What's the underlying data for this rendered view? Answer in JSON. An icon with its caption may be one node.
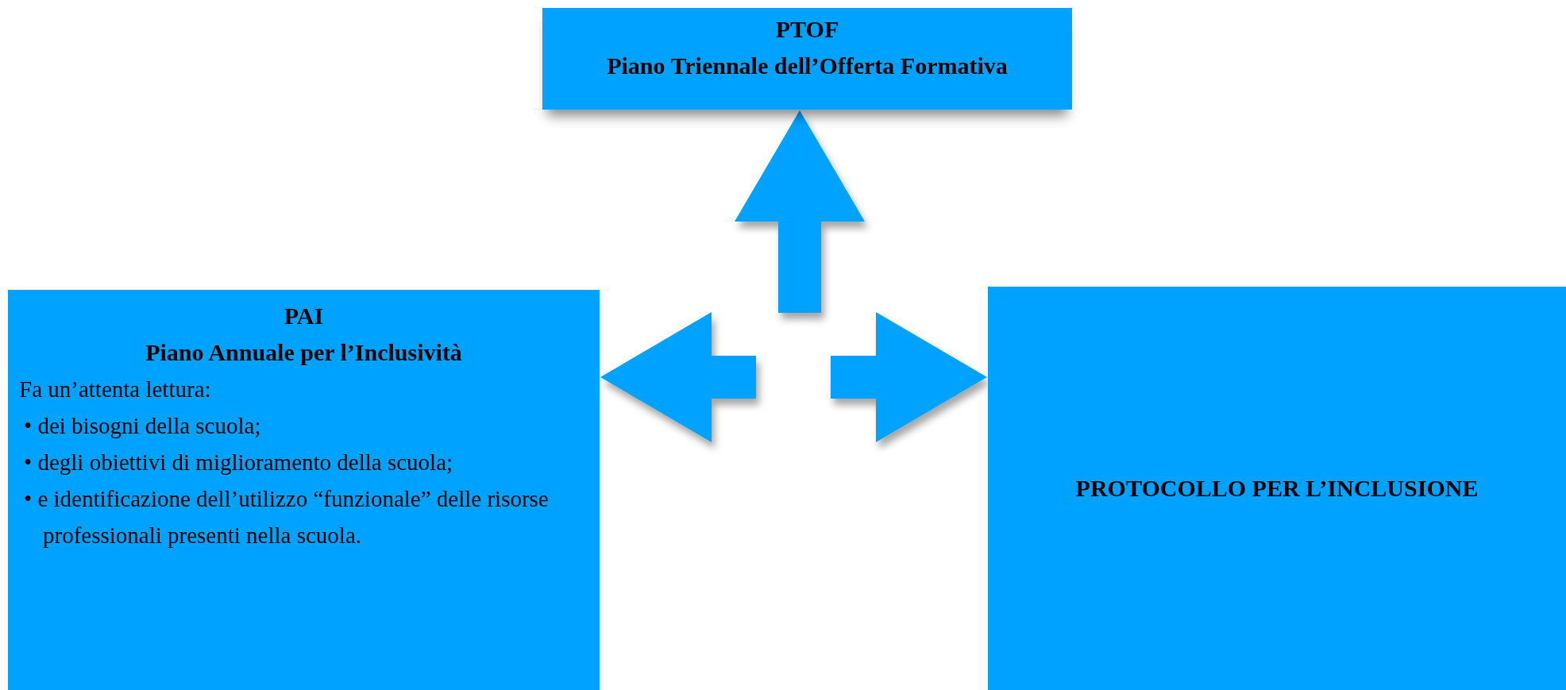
{
  "diagram": {
    "nodes": [
      {
        "text": [
          "PTOF",
          "Piano Triennale dell’Offerta Formativa"
        ]
      },
      {
        "text": [
          "PAI",
          "Piano Annuale per l’Inclusività",
          "Fa un’attenta lettura:",
          "• dei bisogni della scuola;",
          "• degli obiettivi di miglioramento della scuola;",
          "• e identificazione dell’utilizzo “funzionale” delle risorse professionali presenti nella scuola."
        ]
      },
      {
        "text": [
          "PROTOCOLLO PER L’INCLUSIONE"
        ]
      }
    ],
    "edges": [
      {
        "from": null,
        "to": 0,
        "arrow": "to",
        "style": "thick"
      },
      {
        "from": null,
        "to": 1,
        "arrow": "to",
        "style": "thick"
      },
      {
        "from": null,
        "to": 2,
        "arrow": "to",
        "style": "thick"
      }
    ]
  }
}
